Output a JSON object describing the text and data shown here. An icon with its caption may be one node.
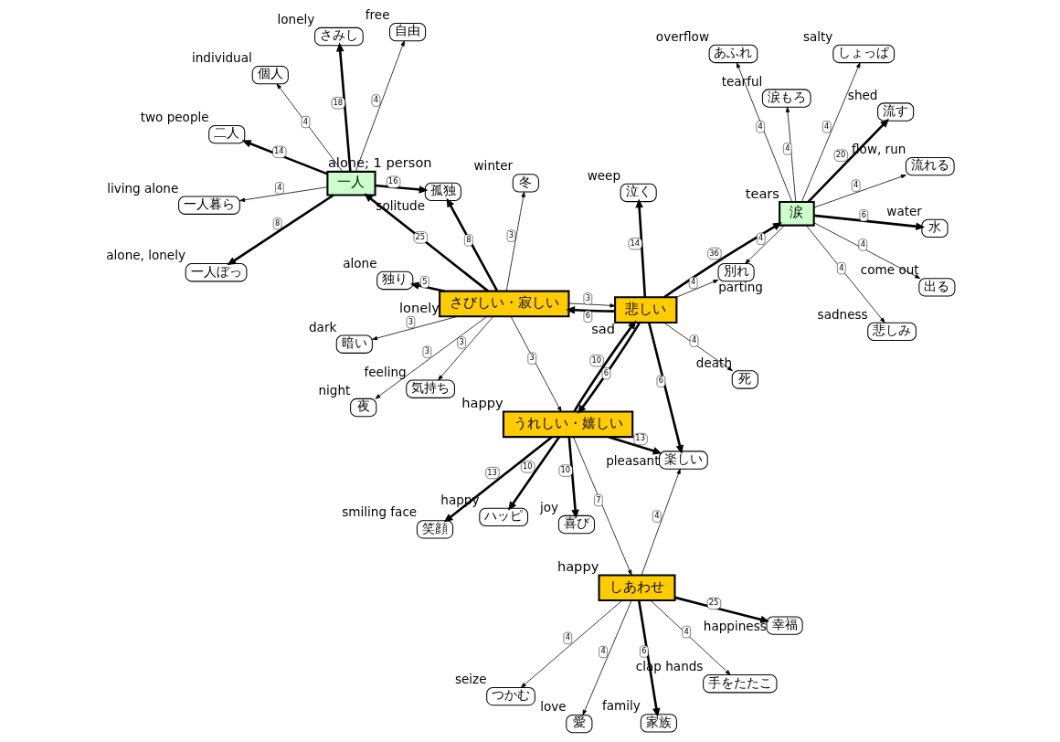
{
  "diagram": {
    "nodes": [
      {
        "text": [
          "つかむ"
        ],
        "beside": [
          "seize"
        ]
      },
      {
        "text": [
          "幸福"
        ],
        "beside": [
          "happiness"
        ]
      },
      {
        "text": [
          "家族"
        ],
        "beside": [
          "family"
        ]
      },
      {
        "text": [
          "愛"
        ],
        "beside": [
          "love"
        ]
      },
      {
        "text": [
          "しあわせ"
        ],
        "beside": [
          "happy"
        ]
      },
      {
        "text": [
          "暗い"
        ],
        "beside": [
          "dark"
        ]
      },
      {
        "text": [
          "夜"
        ],
        "beside": [
          "night"
        ]
      },
      {
        "text": [
          "冬"
        ],
        "beside": [
          "winter"
        ]
      },
      {
        "text": [
          "気持ち"
        ],
        "beside": [
          "feeling"
        ]
      },
      {
        "text": [
          "さびしい・寂しい"
        ],
        "beside": [
          "lonely"
        ]
      },
      {
        "text": [
          "一人ぼっ"
        ],
        "beside": [
          "alone, lonely"
        ]
      },
      {
        "text": [
          "一人暮ら"
        ],
        "beside": [
          "living alone"
        ]
      },
      {
        "text": [
          "自由"
        ],
        "beside": [
          "free"
        ]
      },
      {
        "text": [
          "さみし"
        ],
        "beside": [
          "lonely"
        ]
      },
      {
        "text": [
          "一人"
        ],
        "beside": [
          "alone; 1 person"
        ]
      },
      {
        "text": [
          "手をたたこ"
        ],
        "beside": [
          "clap hands"
        ]
      },
      {
        "text": [
          "楽しい"
        ],
        "beside": [
          "pleasant"
        ]
      },
      {
        "text": [
          "孤独"
        ],
        "beside": [
          "solitude"
        ]
      },
      {
        "text": [
          "独り"
        ],
        "beside": [
          "alone"
        ]
      },
      {
        "text": [
          "個人"
        ],
        "beside": [
          "individual"
        ]
      },
      {
        "text": [
          "二人"
        ],
        "beside": [
          "two people"
        ]
      },
      {
        "text": [
          "笑顔"
        ],
        "beside": [
          "smiling face"
        ]
      },
      {
        "text": [
          "流す"
        ],
        "beside": [
          "shed"
        ]
      },
      {
        "text": [
          "流れる"
        ],
        "beside": [
          "flow, run"
        ]
      },
      {
        "text": [
          "あふれ"
        ],
        "beside": [
          "overflow"
        ]
      },
      {
        "text": [
          "悲しみ"
        ],
        "beside": [
          "sadness"
        ]
      },
      {
        "text": [
          "出る"
        ],
        "beside": [
          "come out"
        ]
      },
      {
        "text": [
          "うれしい・嬉しい"
        ],
        "beside": [
          "happy"
        ]
      },
      {
        "text": [
          "悲しい"
        ],
        "beside": [
          "sad"
        ]
      },
      {
        "text": [
          "涙"
        ],
        "beside": [
          "tears"
        ]
      },
      {
        "text": [
          "泣く"
        ],
        "beside": [
          "weep"
        ]
      },
      {
        "text": [
          "水"
        ],
        "beside": [
          "water"
        ]
      },
      {
        "text": [
          "喜び"
        ],
        "beside": [
          "joy"
        ]
      },
      {
        "text": [
          "ハッピ"
        ],
        "beside": [
          "happy"
        ]
      },
      {
        "text": [
          "死"
        ],
        "beside": [
          "death"
        ]
      },
      {
        "text": [
          "別れ"
        ],
        "beside": [
          "parting"
        ]
      },
      {
        "text": [
          "涙もろ"
        ],
        "beside": [
          "tearful"
        ]
      },
      {
        "text": [
          "しょっぱ"
        ],
        "beside": [
          "salty"
        ]
      }
    ],
    "edges": [
      {
        "from": 4,
        "to": 0,
        "arrow": "to",
        "label": "4"
      },
      {
        "from": 4,
        "to": 1,
        "arrow": "to",
        "label": "25",
        "style": "thick"
      },
      {
        "from": 4,
        "to": 2,
        "arrow": "to",
        "label": "6",
        "style": "thick"
      },
      {
        "from": 4,
        "to": 3,
        "arrow": "to",
        "label": "4"
      },
      {
        "from": 4,
        "to": 15,
        "arrow": "to",
        "label": "4"
      },
      {
        "from": 27,
        "to": 4,
        "arrow": "to",
        "label": "7"
      },
      {
        "from": 4,
        "to": 16,
        "arrow": "to",
        "label": "4"
      },
      {
        "from": 9,
        "to": 8,
        "arrow": "to",
        "label": "3"
      },
      {
        "from": 9,
        "to": 5,
        "arrow": "to",
        "label": "3"
      },
      {
        "from": 9,
        "to": 6,
        "arrow": "to",
        "label": "3"
      },
      {
        "from": 9,
        "to": 7,
        "arrow": "to",
        "label": "3"
      },
      {
        "from": 9,
        "to": 14,
        "arrow": "to",
        "label": "25",
        "style": "thick"
      },
      {
        "from": 14,
        "to": 13,
        "arrow": "to",
        "label": "18",
        "style": "thick"
      },
      {
        "from": 14,
        "to": 10,
        "arrow": "to",
        "label": "8",
        "style": "thick"
      },
      {
        "from": 14,
        "to": 11,
        "arrow": "to",
        "label": "4"
      },
      {
        "from": 14,
        "to": 12,
        "arrow": "to",
        "label": "4"
      },
      {
        "from": 14,
        "to": 17,
        "arrow": "to",
        "label": "16",
        "style": "thick"
      },
      {
        "from": 14,
        "to": 19,
        "arrow": "to",
        "label": "4"
      },
      {
        "from": 14,
        "to": 20,
        "arrow": "to",
        "label": "14",
        "style": "thick"
      },
      {
        "from": 9,
        "to": 17,
        "arrow": "to",
        "label": "8",
        "style": "thick"
      },
      {
        "from": 9,
        "to": 18,
        "arrow": "to",
        "label": "5",
        "style": "thick"
      },
      {
        "from": 9,
        "to": 27,
        "arrow": "to",
        "label": "3"
      },
      {
        "from": 9,
        "to": 28,
        "arrow": "to",
        "label": "3"
      },
      {
        "from": 28,
        "to": 9,
        "arrow": "to",
        "label": "6",
        "style": "thick"
      },
      {
        "from": 28,
        "to": 16,
        "arrow": "to",
        "label": "6",
        "style": "thick"
      },
      {
        "from": 27,
        "to": 16,
        "arrow": "to",
        "label": "13",
        "style": "thick"
      },
      {
        "from": 27,
        "to": 21,
        "arrow": "to",
        "label": "13",
        "style": "thick"
      },
      {
        "from": 27,
        "to": 28,
        "arrow": "to",
        "label": "10",
        "style": "thick"
      },
      {
        "from": 28,
        "to": 27,
        "arrow": "to",
        "label": "6",
        "style": "thick"
      },
      {
        "from": 27,
        "to": 32,
        "arrow": "to",
        "label": "10",
        "style": "thick"
      },
      {
        "from": 27,
        "to": 33,
        "arrow": "to",
        "label": "10",
        "style": "thick"
      },
      {
        "from": 28,
        "to": 29,
        "arrow": "to",
        "label": "36",
        "style": "thick"
      },
      {
        "from": 28,
        "to": 30,
        "arrow": "to",
        "label": "14",
        "style": "thick"
      },
      {
        "from": 28,
        "to": 34,
        "arrow": "to",
        "label": "4"
      },
      {
        "from": 28,
        "to": 35,
        "arrow": "to",
        "label": "4"
      },
      {
        "from": 29,
        "to": 22,
        "arrow": "to",
        "label": "20",
        "style": "thick"
      },
      {
        "from": 29,
        "to": 23,
        "arrow": "to",
        "label": "4"
      },
      {
        "from": 29,
        "to": 24,
        "arrow": "to",
        "label": "4"
      },
      {
        "from": 29,
        "to": 26,
        "arrow": "to",
        "label": "4"
      },
      {
        "from": 29,
        "to": 25,
        "arrow": "to",
        "label": "4"
      },
      {
        "from": 29,
        "to": 31,
        "arrow": "to",
        "label": "6",
        "style": "thick"
      },
      {
        "from": 29,
        "to": 37,
        "arrow": "to",
        "label": "4"
      },
      {
        "from": 29,
        "to": 36,
        "arrow": "to",
        "label": "4"
      },
      {
        "from": 29,
        "to": 35,
        "arrow": "to",
        "label": "4"
      }
    ]
  }
}
